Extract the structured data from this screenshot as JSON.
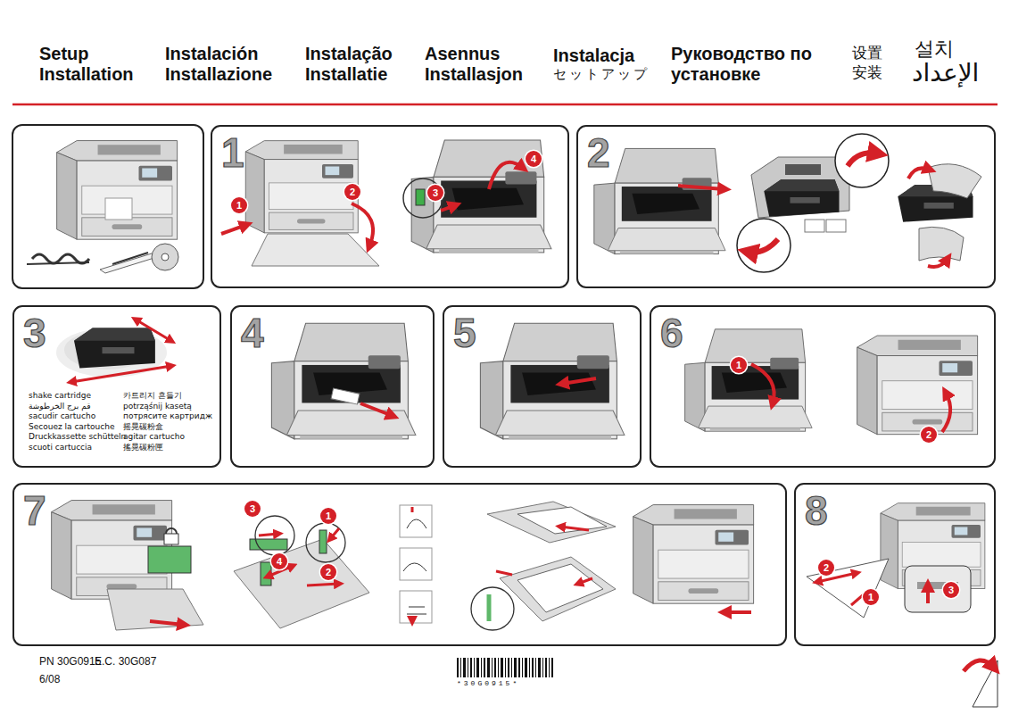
{
  "diagram": {
    "nodes": [
      {
        "text": [
          "1"
        ]
      },
      {
        "text": [
          "2"
        ]
      },
      {
        "text": [
          "3",
          "shake cartridge",
          "قم برج الخرطوشة",
          "sacudir cartucho",
          "Secouez la cartouche",
          "Druckkassette schütteln",
          "scuoti cartuccia",
          "카트리지 흔들기",
          "potrząśnij kasetą",
          "потрясите картридж",
          "摇晃碳粉盒",
          "agitar cartucho",
          "搖晃碳粉匣"
        ]
      },
      {
        "text": [
          "4"
        ]
      },
      {
        "text": [
          "5"
        ]
      },
      {
        "text": [
          "6"
        ]
      },
      {
        "text": [
          "7"
        ]
      },
      {
        "text": [
          "8"
        ]
      }
    ],
    "labels": [
      "Setup",
      "Installation",
      "Instalación",
      "Installazione",
      "Instalação",
      "Installatie",
      "Asennus",
      "Installasjon",
      "Instalacja",
      "セットアップ",
      "Руководство по установке",
      "设置",
      "安装",
      "설치",
      "الإعداد",
      "1",
      "2",
      "3",
      "4",
      "1",
      "2",
      "3",
      "1",
      "4",
      "2",
      "2",
      "1",
      "3",
      "PN 30G0915",
      "E.C. 30G087",
      "6/08",
      "*30G0915*"
    ]
  }
}
